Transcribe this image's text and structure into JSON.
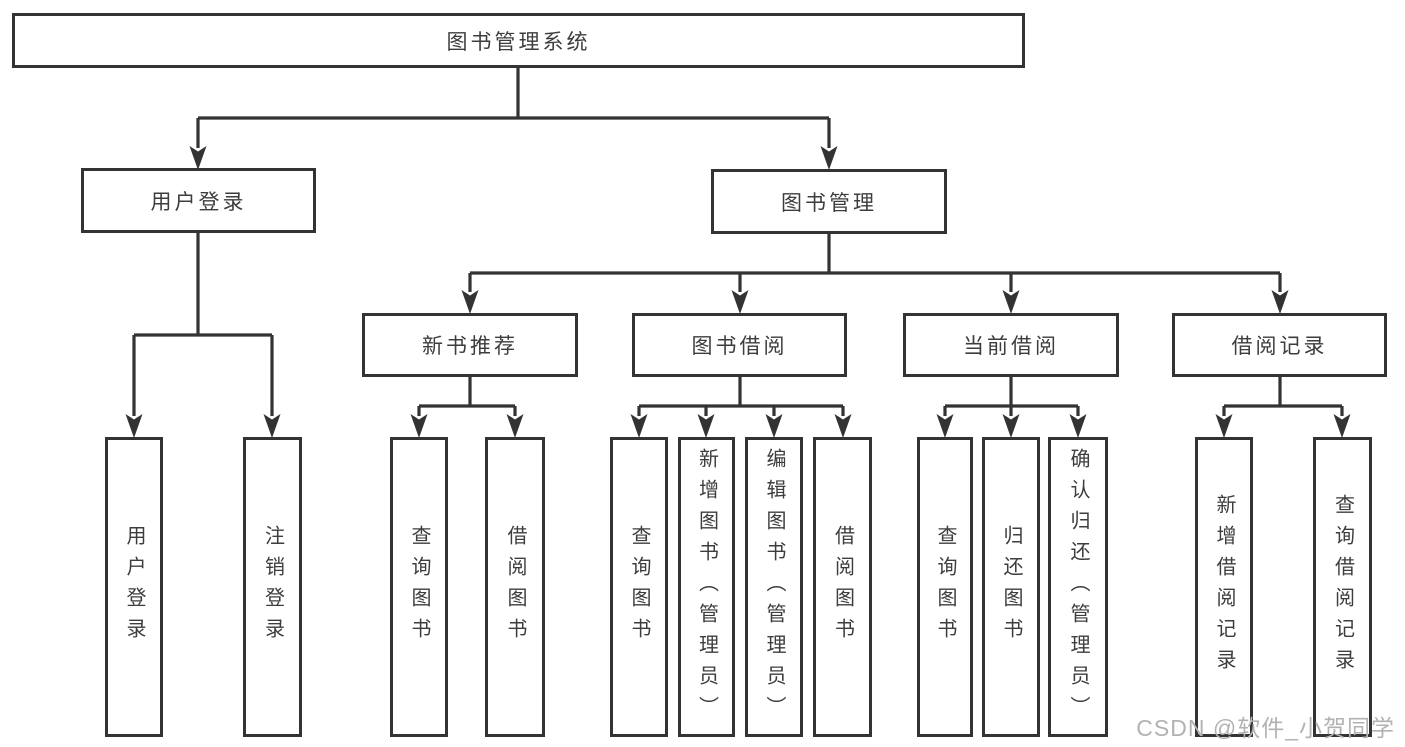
{
  "colors": {
    "line": "#333333",
    "text": "#3d3d3d",
    "bg": "#ffffff",
    "watermark": "#b2b2b2"
  },
  "nodes": {
    "root": "图书管理系统",
    "user_login": "用户登录",
    "book_mgmt": "图书管理",
    "new_book_rec": "新书推荐",
    "book_borrow": "图书借阅",
    "current_borrow": "当前借阅",
    "borrow_record": "借阅记录",
    "login": "用户登录",
    "logout": "注销登录",
    "rec_query": "查询图书",
    "rec_borrow": "借阅图书",
    "bb_query": "查询图书",
    "bb_add": "新增图书（管理员）",
    "bb_edit": "编辑图书（管理员）",
    "bb_borrow": "借阅图书",
    "cb_query": "查询图书",
    "cb_return": "归还图书",
    "cb_confirm": "确认归还（管理员）",
    "br_add": "新增借阅记录",
    "br_query": "查询借阅记录"
  },
  "watermark": "CSDN @软件_小贺同学"
}
